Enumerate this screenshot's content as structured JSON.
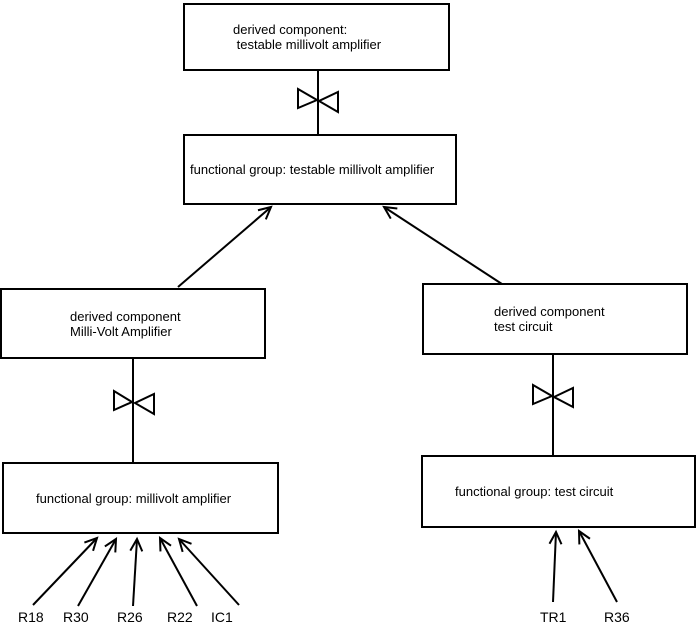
{
  "diagram": {
    "nodes": {
      "derived_testable_amplifier": {
        "line1": "derived component:",
        "line2": " testable millivolt amplifier"
      },
      "functional_testable_amplifier": {
        "label": "functional group: testable millivolt amplifier"
      },
      "derived_millivolt_amplifier": {
        "line1": "derived component",
        "line2": "Milli-Volt Amplifier"
      },
      "functional_millivolt_amplifier": {
        "label": "functional group: millivolt amplifier"
      },
      "derived_test_circuit": {
        "line1": "derived component",
        "line2": "test circuit"
      },
      "functional_test_circuit": {
        "label": "functional group: test circuit"
      }
    },
    "leaf_components_left": [
      "R18",
      "R30",
      "R26",
      "R22",
      "IC1"
    ],
    "leaf_components_right": [
      "TR1",
      "R36"
    ],
    "colors": {
      "line": "#000000",
      "background": "#ffffff",
      "text": "#000000"
    }
  }
}
